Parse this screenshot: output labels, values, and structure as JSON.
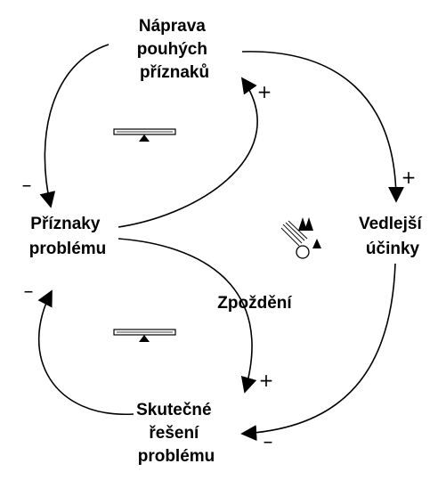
{
  "diagram": {
    "nodes": {
      "quick_fix": {
        "lines": [
          "Náprava",
          "pouhých",
          "příznaků"
        ]
      },
      "symptoms": {
        "lines": [
          "Příznaky",
          "problému"
        ]
      },
      "side_effects": {
        "lines": [
          "Vedlejší",
          "účinky"
        ]
      },
      "fundamental": {
        "lines": [
          "Skutečné",
          "řešení",
          "problému"
        ]
      }
    },
    "delay_label": "Zpoždění",
    "signs": {
      "quickfix_to_symptoms": "–",
      "symptoms_to_quickfix": "+",
      "quickfix_to_sideeffects": "+",
      "sideeffects_to_fundamental": "–",
      "symptoms_to_fundamental": "+",
      "fundamental_to_symptoms": "–"
    },
    "loop_markers": {
      "top": "balancing-loop",
      "bottom": "balancing-loop",
      "right": "reinforcing-loop"
    }
  }
}
